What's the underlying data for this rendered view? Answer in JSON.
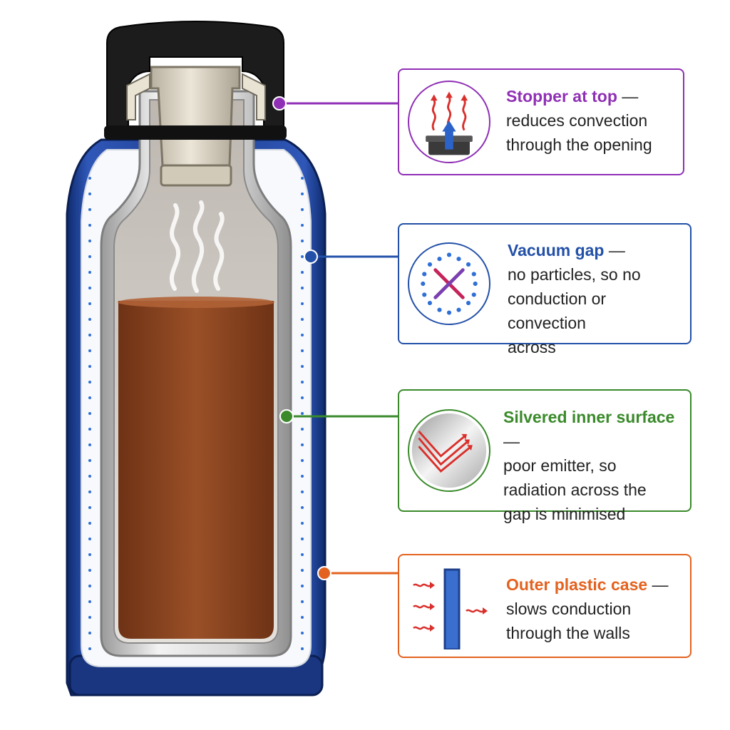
{
  "colors": {
    "stopper": "#8f2fb5",
    "vacuum": "#2350a8",
    "silvered": "#3a8a2b",
    "case": "#e4621f",
    "liquid": "#8a4521",
    "outer_case": "#1f3f8f",
    "cap": "#1c1c1c"
  },
  "callouts": {
    "stopper": {
      "title": "Stopper at top",
      "dash": " —",
      "line1": "reduces convection",
      "line2": "through the opening",
      "icon": "rising-heat-icon"
    },
    "vacuum": {
      "title": "Vacuum gap",
      "dash": " —",
      "line1": "no particles, so no",
      "line2": "conduction or convection",
      "line3": "across",
      "icon": "no-particles-icon"
    },
    "silvered": {
      "title": "Silvered inner surface",
      "dash": " —",
      "line1": "poor emitter, so",
      "line2": "radiation across the",
      "line3": "gap is minimised",
      "icon": "reflection-icon"
    },
    "case": {
      "title": "Outer plastic case",
      "dash": " —",
      "line1": "slows conduction",
      "line2": "through the walls",
      "icon": "wall-heat-icon"
    }
  }
}
